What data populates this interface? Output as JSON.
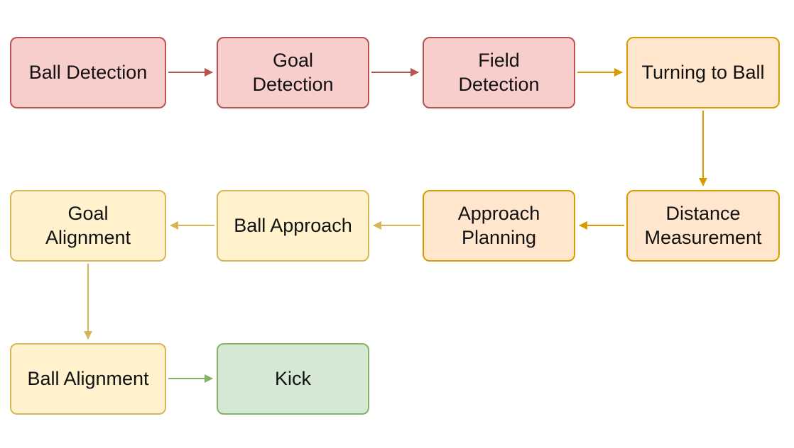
{
  "diagram": {
    "type": "flowchart",
    "description": "Robot soccer behavior pipeline flowchart",
    "colors": {
      "red_fill": "#f8cecc",
      "red_stroke": "#b85450",
      "orange_fill": "#ffe6cc",
      "orange_stroke": "#d79b00",
      "yellow_fill": "#fff2cc",
      "yellow_stroke": "#d6b656",
      "green_fill": "#d5e8d4",
      "green_stroke": "#82b366",
      "background": "#ffffff"
    },
    "nodes": [
      {
        "id": "ball-detection",
        "label": "Ball Detection",
        "fill": "#f8cecc",
        "stroke": "#b85450"
      },
      {
        "id": "goal-detection",
        "label": "Goal\nDetection",
        "fill": "#f8cecc",
        "stroke": "#b85450"
      },
      {
        "id": "field-detection",
        "label": "Field\nDetection",
        "fill": "#f8cecc",
        "stroke": "#b85450"
      },
      {
        "id": "turning-to-ball",
        "label": "Turning to Ball",
        "fill": "#ffe6cc",
        "stroke": "#d79b00"
      },
      {
        "id": "goal-alignment",
        "label": "Goal\nAlignment",
        "fill": "#fff2cc",
        "stroke": "#d6b656"
      },
      {
        "id": "ball-approach",
        "label": "Ball Approach",
        "fill": "#fff2cc",
        "stroke": "#d6b656"
      },
      {
        "id": "approach-planning",
        "label": "Approach\nPlanning",
        "fill": "#ffe6cc",
        "stroke": "#d79b00"
      },
      {
        "id": "distance-measurement",
        "label": "Distance\nMeasurement",
        "fill": "#ffe6cc",
        "stroke": "#d79b00"
      },
      {
        "id": "ball-alignment",
        "label": "Ball Alignment",
        "fill": "#fff2cc",
        "stroke": "#d6b656"
      },
      {
        "id": "kick",
        "label": "Kick",
        "fill": "#d5e8d4",
        "stroke": "#82b366"
      }
    ],
    "edges": [
      {
        "from": "ball-detection",
        "to": "goal-detection",
        "color": "#b85450",
        "direction": "right"
      },
      {
        "from": "goal-detection",
        "to": "field-detection",
        "color": "#b85450",
        "direction": "right"
      },
      {
        "from": "field-detection",
        "to": "turning-to-ball",
        "color": "#d79b00",
        "direction": "right"
      },
      {
        "from": "turning-to-ball",
        "to": "distance-measurement",
        "color": "#d79b00",
        "direction": "down"
      },
      {
        "from": "distance-measurement",
        "to": "approach-planning",
        "color": "#d79b00",
        "direction": "left"
      },
      {
        "from": "approach-planning",
        "to": "ball-approach",
        "color": "#d6b656",
        "direction": "left"
      },
      {
        "from": "ball-approach",
        "to": "goal-alignment",
        "color": "#d6b656",
        "direction": "left"
      },
      {
        "from": "goal-alignment",
        "to": "ball-alignment",
        "color": "#d6b656",
        "direction": "down"
      },
      {
        "from": "ball-alignment",
        "to": "kick",
        "color": "#82b366",
        "direction": "right"
      }
    ]
  }
}
